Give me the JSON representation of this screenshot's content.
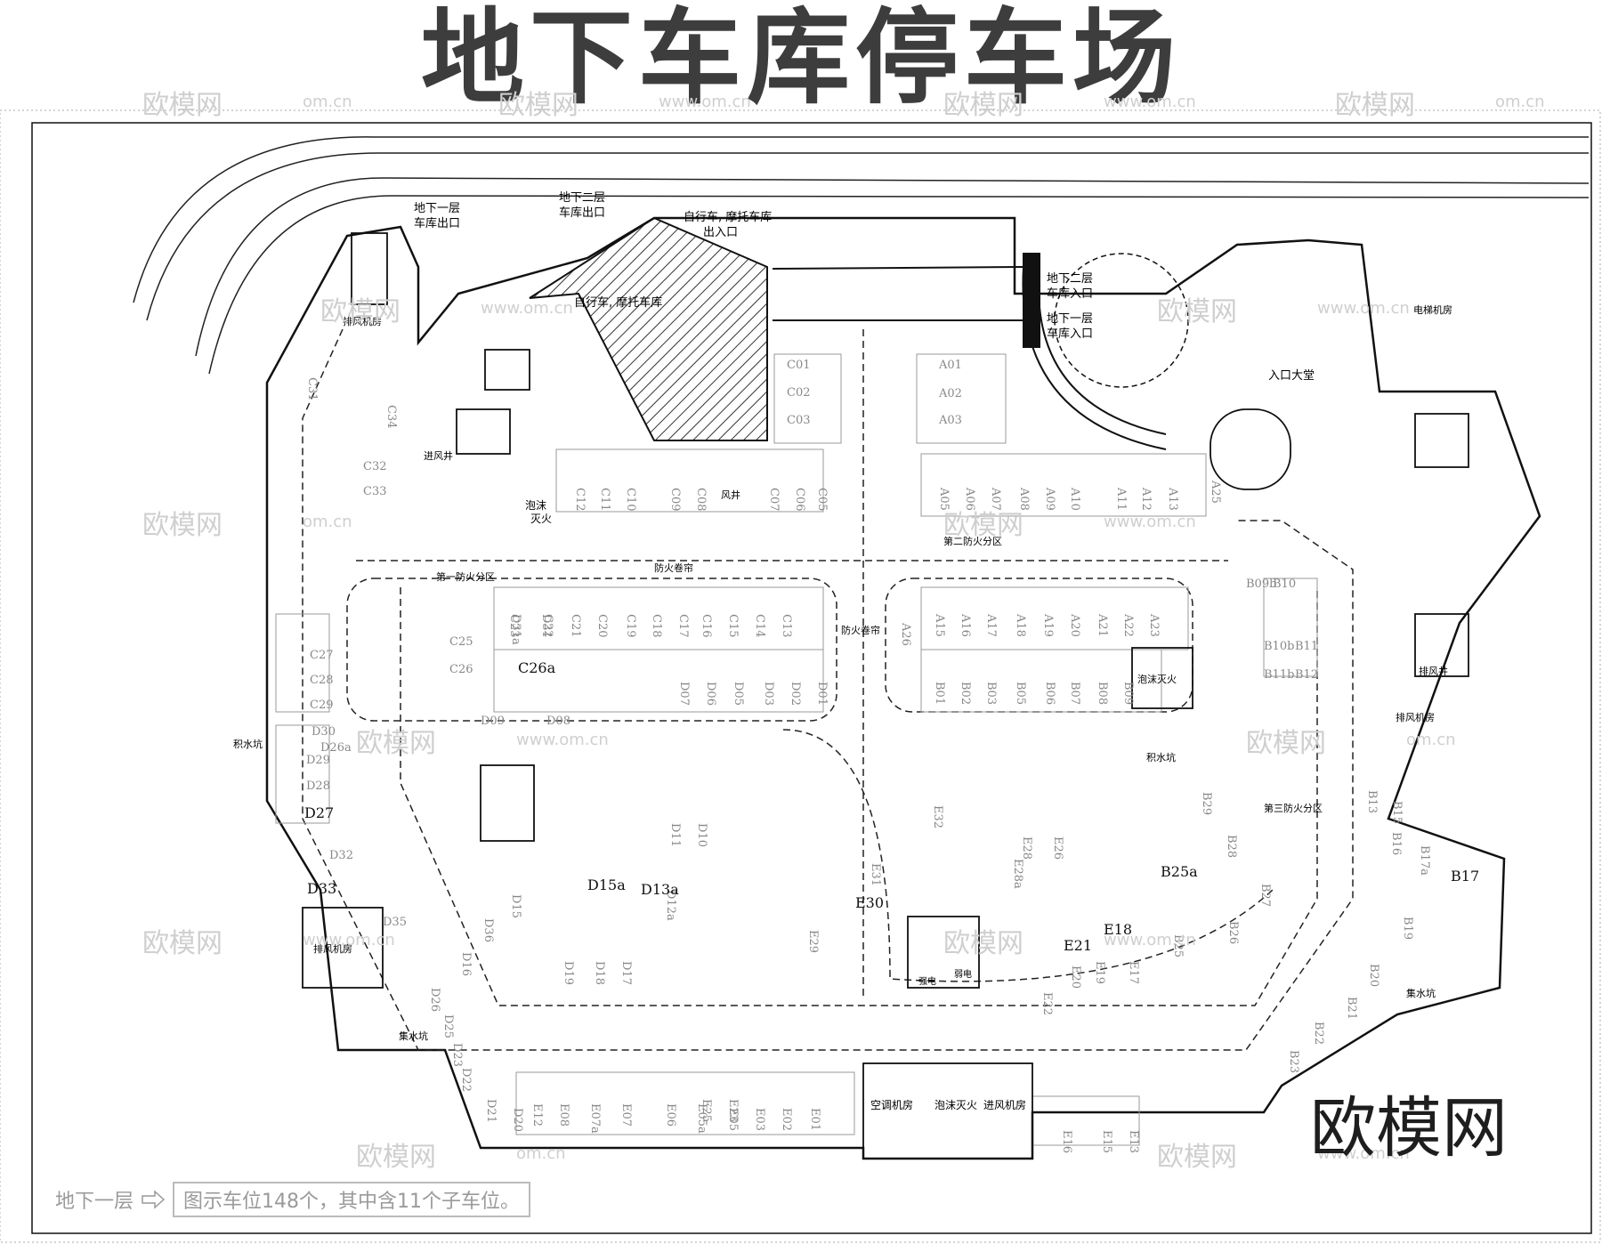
{
  "title": "地下车库停车场",
  "brand": "欧模网",
  "watermark": {
    "logo": "欧模网",
    "domain": "www.om.cn",
    "domain_short": "om.cn"
  },
  "legend": {
    "floor": "地下一层",
    "note": "图示车位148个，其中含11个子车位。"
  },
  "labels": {
    "b1_exit": [
      "地下一层",
      "车库出口"
    ],
    "b2_exit": [
      "地下二层",
      "车库出口"
    ],
    "bike_entry": [
      "自行车, 摩托车库",
      "出入口"
    ],
    "bike_garage": "自行车, 摩托车库",
    "b2_entry": [
      "地下二层",
      "车库入口"
    ],
    "b1_entry": [
      "地下一层",
      "车库入口"
    ],
    "lobby": "入口大堂",
    "elevator_room": "电梯机房",
    "foam_1": [
      "泡沫",
      "灭火"
    ],
    "foam_2": "泡沫灭火",
    "foam_3": "泡沫灭火",
    "air_intake": "进风井",
    "air_shaft": "风井",
    "fire_shutter": "防火卷帘",
    "fire_zone_1": "第一防火分区",
    "fire_zone_2": "第二防火分区",
    "fire_zone_3": "第三防火分区",
    "sump_1": "积水坑",
    "sump_2": "积水坑",
    "sump_3": "集水坑",
    "sump_4": "集水坑",
    "exhaust_1": "排风井",
    "exhaust_room_1": "排风机房",
    "exhaust_room_2": "排风机房",
    "exhaust_room_3": "排风机房",
    "ac_room": "空调机房",
    "intake_room": "进风机房",
    "power_1": "强电",
    "power_2": "弱电",
    "fire_shutter_v": "防火卷帘"
  },
  "spots": {
    "C": [
      "C01",
      "C02",
      "C03",
      "C05",
      "C06",
      "C07",
      "C08",
      "C09",
      "C10",
      "C11",
      "C12",
      "C13",
      "C14",
      "C15",
      "C16",
      "C17",
      "C18",
      "C19",
      "C20",
      "C21",
      "C22",
      "C23",
      "C25",
      "C26",
      "C26a",
      "C27",
      "C28",
      "C29",
      "C31",
      "C32",
      "C33",
      "C34"
    ],
    "A": [
      "A01",
      "A02",
      "A03",
      "A05",
      "A06",
      "A07",
      "A08",
      "A09",
      "A10",
      "A11",
      "A12",
      "A13",
      "A15",
      "A16",
      "A17",
      "A18",
      "A19",
      "A20",
      "A21",
      "A22",
      "A23",
      "A25",
      "A26"
    ],
    "B": [
      "B01",
      "B02",
      "B03",
      "B05",
      "B06",
      "B07",
      "B08",
      "B09",
      "B10",
      "B11",
      "B12",
      "B13",
      "B15",
      "B16",
      "B17a",
      "B17",
      "B19",
      "B20",
      "B21",
      "B22",
      "B23",
      "B25a",
      "B25",
      "B26",
      "B27",
      "B28",
      "B29",
      "B09b",
      "B10b",
      "B11b"
    ],
    "D": [
      "D01",
      "D02",
      "D03",
      "D05",
      "D06",
      "D07",
      "D08",
      "D09",
      "D10",
      "D11",
      "D12a",
      "D13a",
      "D15a",
      "D15",
      "D16",
      "D17",
      "D18",
      "D19",
      "D20",
      "D21",
      "D22",
      "D23",
      "D25",
      "D26",
      "D26a",
      "D27",
      "D28",
      "D29",
      "D30",
      "D31",
      "D31a",
      "D32",
      "D33",
      "D35",
      "D36"
    ],
    "E": [
      "E01",
      "E02",
      "E03",
      "E05",
      "E05a",
      "E06",
      "E07",
      "E07a",
      "E08",
      "E12",
      "E13",
      "E15",
      "E16",
      "E17",
      "E18",
      "E19",
      "E20",
      "E21",
      "E22",
      "E23",
      "E25",
      "E26",
      "E28",
      "E28a",
      "E29",
      "E30",
      "E31",
      "E32"
    ]
  },
  "colors": {
    "line": "#222222",
    "hatch": "#333333",
    "watermark": "#cfcfcf",
    "title": "#3d3d3d"
  }
}
